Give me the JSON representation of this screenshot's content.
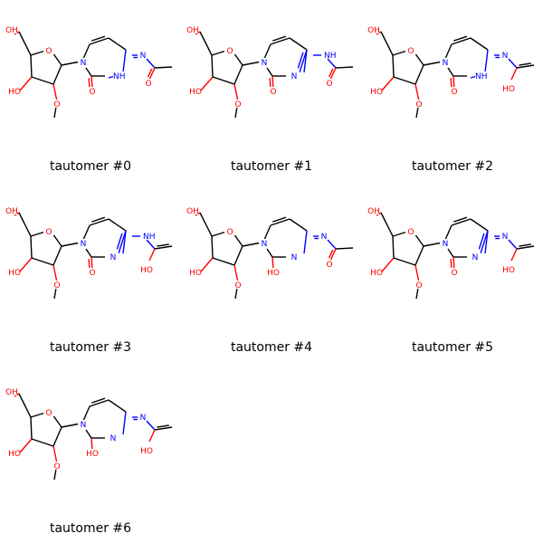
{
  "colors": {
    "bond": "#000000",
    "oxygen": "#ff0000",
    "nitrogen": "#0000ff",
    "background": "#ffffff"
  },
  "tautomers": [
    {
      "label": "tautomer #0",
      "variant": 0
    },
    {
      "label": "tautomer #1",
      "variant": 1
    },
    {
      "label": "tautomer #2",
      "variant": 2
    },
    {
      "label": "tautomer #3",
      "variant": 3
    },
    {
      "label": "tautomer #4",
      "variant": 4
    },
    {
      "label": "tautomer #5",
      "variant": 5
    },
    {
      "label": "tautomer #6",
      "variant": 6
    }
  ],
  "atoms": {
    "hydroxyl": "OH",
    "hydroxyl_left": "HO",
    "oxygen": "O",
    "nitrogen": "N",
    "amine": "NH"
  }
}
